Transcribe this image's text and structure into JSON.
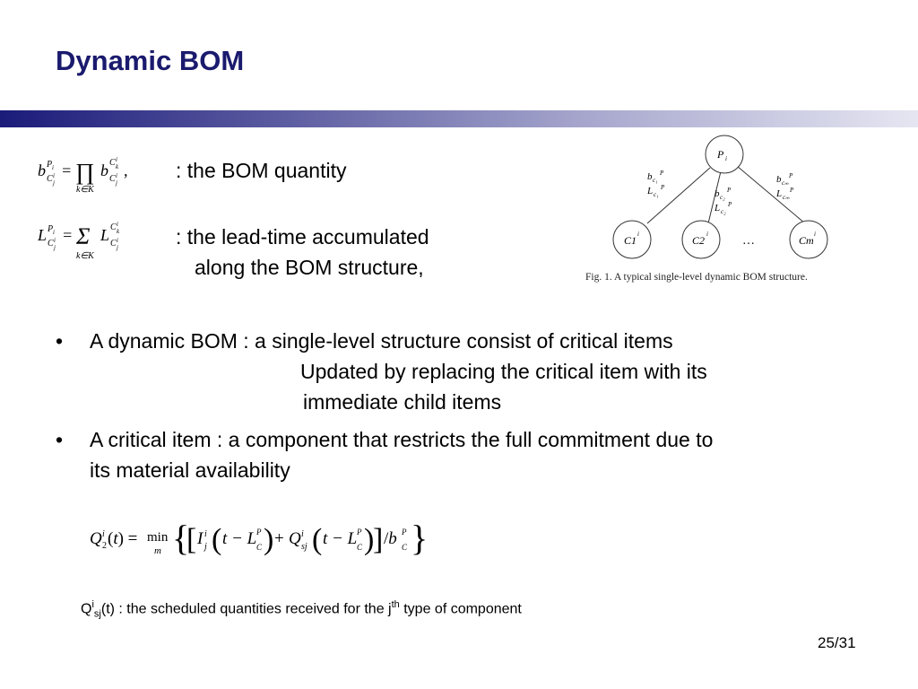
{
  "slide": {
    "title": "Dynamic BOM",
    "page_number": "25/31"
  },
  "definitions": [
    {
      "formula_text": "b^{P_i}_{C^i_j} = ∏_{k∈K} b^{C^i_k}_{C^i_j},",
      "description": ":  the BOM quantity"
    },
    {
      "formula_text": "L^{P_i}_{C^i_j} = Σ_{k∈K} L^{C^i_k}_{C^i_j}",
      "description_line1": ":  the lead-time accumulated",
      "description_line2": "along the BOM structure,"
    }
  ],
  "figure": {
    "parent_node": "P",
    "child_nodes": [
      "C1",
      "C2",
      "Cm"
    ],
    "ellipsis": "…",
    "edge_labels": [
      {
        "b": "b",
        "l": "L",
        "index": "c1"
      },
      {
        "b": "b",
        "l": "L",
        "index": "c2"
      },
      {
        "b": "b",
        "l": "L",
        "index": "cm"
      }
    ],
    "caption": "Fig. 1.  A typical single-level dynamic BOM structure."
  },
  "bullets": [
    {
      "marker": "•",
      "line1": "A dynamic BOM : a single-level structure consist of critical items",
      "line2": "Updated by replacing the critical item with its",
      "line3": "immediate child items"
    },
    {
      "marker": "•",
      "line1": "A critical item : a component that restricts the full commitment due to",
      "line2": "its material availability"
    }
  ],
  "equation": {
    "text": "Q^i_2(t) = min_m { [ I^i_j ( t − L^{P_i}_{C^i_j} ) + Q^i_{sj} ( t − L^{P_i}_{C^i_j} ) ] / b^{P_i}_{C^i_j} }"
  },
  "note": {
    "q": "Q",
    "sup_i": "i",
    "sub_sj": "sj",
    "rest1": "(t) : the scheduled quantities received for the j",
    "sup_th": "th",
    "rest2": " type of component"
  }
}
